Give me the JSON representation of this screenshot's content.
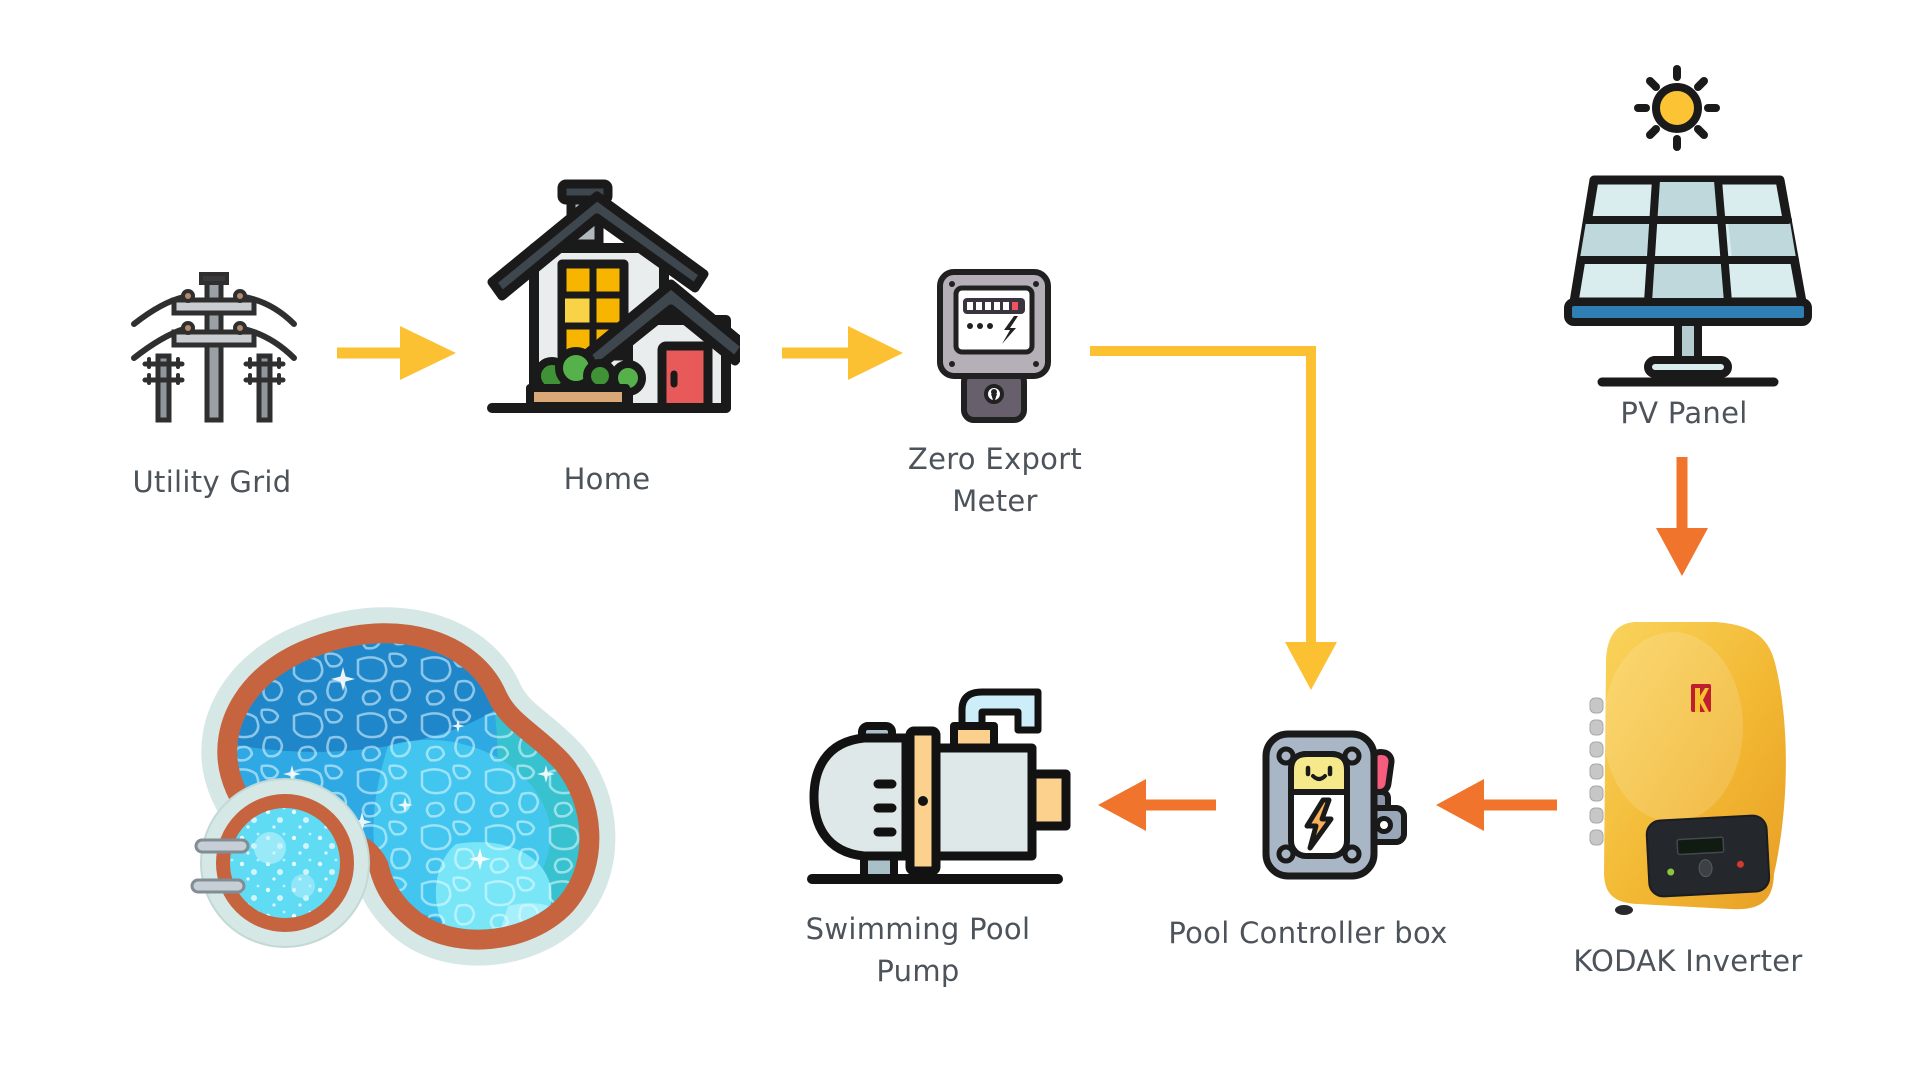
{
  "diagram": {
    "background": "#FFFFFF",
    "label_color": "#4D535A",
    "colors": {
      "flow_grid": "#FCC132",
      "flow_solar": "#F0742B",
      "coping": "#C5643F",
      "water": "#2FA9E4"
    },
    "nodes": {
      "utility_grid": {
        "label": "Utility Grid"
      },
      "home": {
        "label": "Home"
      },
      "zero_export_meter": {
        "label": "Zero Export Meter"
      },
      "pv_panel": {
        "label": "PV Panel"
      },
      "kodak_inverter": {
        "label": "KODAK Inverter"
      },
      "pool_controller_box": {
        "label": "Pool Controller box"
      },
      "swimming_pool_pump": {
        "label": "Swimming Pool Pump"
      }
    },
    "edges": [
      {
        "from": "utility_grid",
        "to": "home",
        "color": "#FCC132"
      },
      {
        "from": "home",
        "to": "zero_export_meter",
        "color": "#FCC132"
      },
      {
        "from": "zero_export_meter",
        "to": "pool_controller_box",
        "color": "#FCC132"
      },
      {
        "from": "pv_panel",
        "to": "kodak_inverter",
        "color": "#F0742B"
      },
      {
        "from": "kodak_inverter",
        "to": "pool_controller_box",
        "color": "#F0742B"
      },
      {
        "from": "pool_controller_box",
        "to": "swimming_pool_pump",
        "color": "#F0742B"
      }
    ]
  }
}
